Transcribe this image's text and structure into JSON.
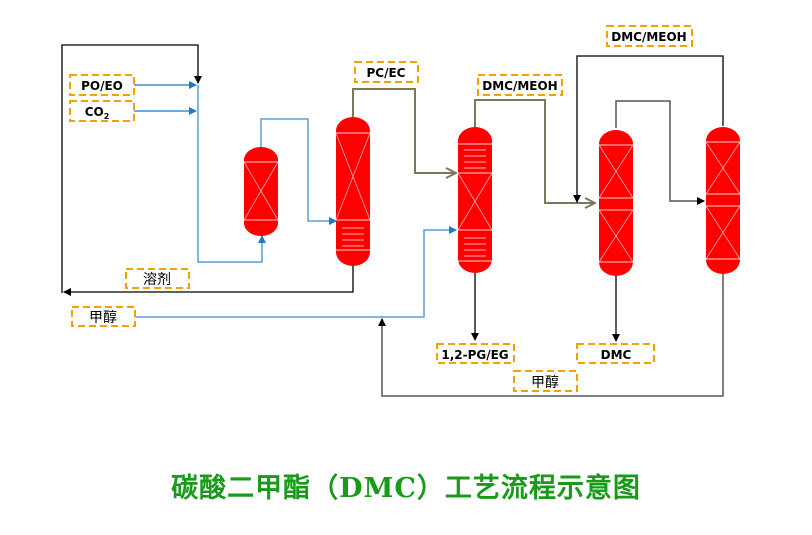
{
  "diagram": {
    "title": "碳酸二甲酯（DMC）工艺流程示意图",
    "colors": {
      "vessel_fill": "#ff0000",
      "vessel_lines": "#ffb0b0",
      "label_border": "#f5a000",
      "feed_line": "#1f78c8",
      "process_line": "#7f7660",
      "recycle_line": "#000000",
      "title": "#1a9a1a"
    },
    "labels": {
      "feed_po_eo": "PO/EO",
      "feed_co2_main": "CO",
      "feed_co2_sub": "2",
      "pc_ec": "PC/EC",
      "dmc_meoh_1": "DMC/MEOH",
      "dmc_meoh_2": "DMC/MEOH",
      "solvent": "溶剂",
      "methanol_feed": "甲醇",
      "pg_eg": "1,2-PG/EG",
      "dmc_product": "DMC",
      "methanol_recycle": "甲醇"
    },
    "equipment": [
      {
        "id": "reactor",
        "internals": "packed"
      },
      {
        "id": "column-1",
        "internals": "packed + trays"
      },
      {
        "id": "column-2",
        "internals": "trays + packed + trays"
      },
      {
        "id": "column-3",
        "internals": "packed + packed"
      },
      {
        "id": "column-4",
        "internals": "packed + packed"
      }
    ]
  }
}
